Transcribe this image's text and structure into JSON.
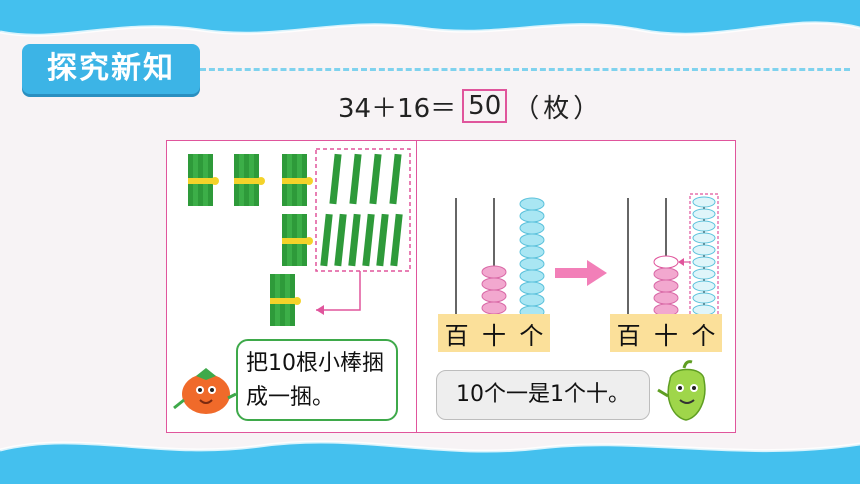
{
  "header": {
    "title": "探究新知"
  },
  "equation": {
    "expression": "34＋16＝",
    "answer": "50",
    "unit": "（枚）"
  },
  "left_panel": {
    "speech": "把10根小棒捆成一捆。"
  },
  "right_panel": {
    "place_labels_before": [
      "百",
      "十",
      "个"
    ],
    "place_labels_after": [
      "百",
      "十",
      "个"
    ],
    "speech": "10个一是1个十。"
  },
  "colors": {
    "accent": "#3cb4e6",
    "border": "#e0559c",
    "stick": "#2e9a3a",
    "bead_pink": "#f2a8cf",
    "bead_blue": "#a9e6f3",
    "label_bg": "#fbe09a"
  },
  "icons": [
    "tomato-mascot-icon",
    "pepper-mascot-icon",
    "arrow-right-icon"
  ]
}
